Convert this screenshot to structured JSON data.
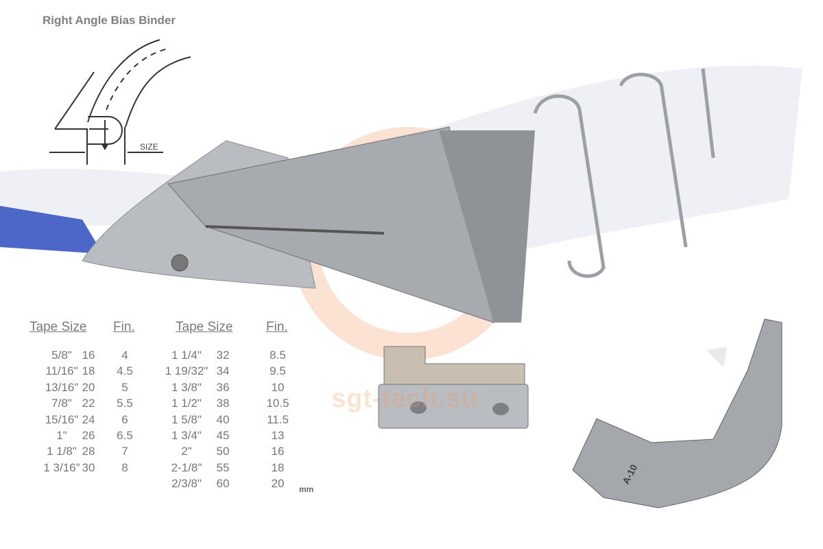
{
  "title": "Right Angle Bias Binder",
  "diagram": {
    "size_label": "SIZE"
  },
  "table": {
    "headers": {
      "tape_size": "Tape Size",
      "fin": "Fin."
    },
    "unit": "mm",
    "left_rows": [
      {
        "tape": "5/8\"",
        "mm": "16",
        "fin": "4"
      },
      {
        "tape": "11/16\"",
        "mm": "18",
        "fin": "4.5"
      },
      {
        "tape": "13/16\"",
        "mm": "20",
        "fin": "5"
      },
      {
        "tape": "7/8\"",
        "mm": "22",
        "fin": "5.5"
      },
      {
        "tape": "15/16\"",
        "mm": "24",
        "fin": "6"
      },
      {
        "tape": "1\"",
        "mm": "26",
        "fin": "6.5"
      },
      {
        "tape": "1 1/8\"",
        "mm": "28",
        "fin": "7"
      },
      {
        "tape": "1 3/16\"",
        "mm": "30",
        "fin": "8"
      }
    ],
    "right_rows": [
      {
        "tape": "1 1/4\"",
        "mm": "32",
        "fin": "8.5"
      },
      {
        "tape": "1 19/32\"",
        "mm": "34",
        "fin": "9.5"
      },
      {
        "tape": "1 3/8\"",
        "mm": "36",
        "fin": "10"
      },
      {
        "tape": "1 1/2\"",
        "mm": "38",
        "fin": "10.5"
      },
      {
        "tape": "1 5/8\"",
        "mm": "40",
        "fin": "11.5"
      },
      {
        "tape": "1 3/4\"",
        "mm": "45",
        "fin": "13"
      },
      {
        "tape": "2\"",
        "mm": "50",
        "fin": "16"
      },
      {
        "tape": "2-1/8\"",
        "mm": "55",
        "fin": "18"
      },
      {
        "tape": "2/3/8\"",
        "mm": "60",
        "fin": "20"
      }
    ]
  },
  "watermark": "sgt-tech.su",
  "presser_foot_label": "A-10"
}
